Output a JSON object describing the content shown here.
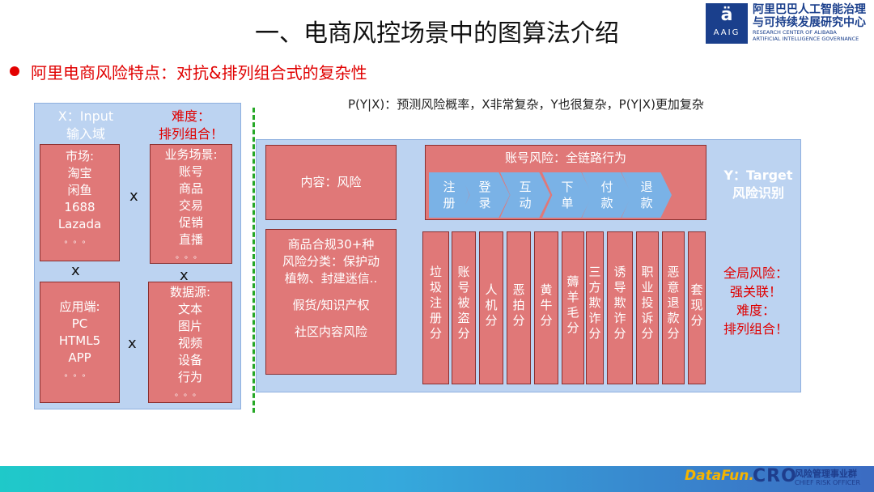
{
  "header": {
    "title": "一、电商风控场景中的图算法介绍",
    "logo": {
      "glyph": "ä",
      "abbr": "AAIG",
      "cn_line1": "阿里巴巴人工智能治理",
      "cn_line2": "与可持续发展研究中心",
      "en_line1": "RESEARCH CENTER OF ALIBABA",
      "en_line2": "ARTIFICIAL INTELLIGENCE GOVERNANCE"
    }
  },
  "subtitle": "阿里电商风险特点：对抗&排列组合式的复杂性",
  "formula": "P(Y|X)：预测风险概率，X非常复杂，Y也很复杂，P(Y|X)更加复杂",
  "left_panel": {
    "header_line1": "X：Input",
    "header_line2": "输入域",
    "difficulty_line1": "难度：",
    "difficulty_line2": "排列组合！",
    "times": "x",
    "dots": "。。。",
    "market": [
      "市场:",
      "淘宝",
      "闲鱼",
      "1688",
      "Lazada"
    ],
    "scene": [
      "业务场景:",
      "账号",
      "商品",
      "交易",
      "促销",
      "直播"
    ],
    "client": [
      "应用端:",
      "PC",
      "HTML5",
      "APP"
    ],
    "datasource": [
      "数据源:",
      "文本",
      "图片",
      "视频",
      "设备",
      "行为"
    ]
  },
  "right_panel": {
    "content_box": "内容：风险",
    "content_details": [
      "商品合规30+种",
      "风险分类：保护动",
      "植物、封建迷信..",
      "",
      "假货/知识产权",
      "",
      "社区内容风险"
    ],
    "account_title": "账号风险：全链路行为",
    "chain": [
      {
        "l1": "注",
        "l2": "册"
      },
      {
        "l1": "登",
        "l2": "录"
      },
      {
        "l1": "互",
        "l2": "动"
      },
      {
        "l1": "下",
        "l2": "单"
      },
      {
        "l1": "付",
        "l2": "款"
      },
      {
        "l1": "退",
        "l2": "款"
      }
    ],
    "target_line1": "Y：Target",
    "target_line2": "风险识别",
    "columns": [
      [
        "垃",
        "圾",
        "注",
        "册",
        "分"
      ],
      [
        "账",
        "号",
        "被",
        "盗",
        "分"
      ],
      [
        "人",
        "机",
        "分"
      ],
      [
        "恶",
        "拍",
        "分"
      ],
      [
        "黄",
        "牛",
        "分"
      ],
      [
        "薅",
        "羊",
        "毛",
        "分"
      ],
      [
        "三",
        "方",
        "欺",
        "诈",
        "分"
      ],
      [
        "诱",
        "导",
        "欺",
        "诈",
        "分"
      ],
      [
        "职",
        "业",
        "投",
        "诉",
        "分"
      ],
      [
        "恶",
        "意",
        "退",
        "款",
        "分"
      ],
      [
        "套",
        "现",
        "分"
      ]
    ],
    "global_risk": [
      "全局风险：",
      "强关联！",
      "难度：",
      "排列组合！"
    ]
  },
  "footer": {
    "datafun": "DataFun.",
    "cro": "CRO",
    "cro_cn": "风险管理事业群",
    "cro_en": "CHIEF RISK OFFICER"
  },
  "colors": {
    "accent_red": "#e00000",
    "panel_blue": "#bcd3f1",
    "box_red": "#e07878",
    "chevron_blue": "#7ab2e6",
    "divider_green": "#27a827"
  }
}
